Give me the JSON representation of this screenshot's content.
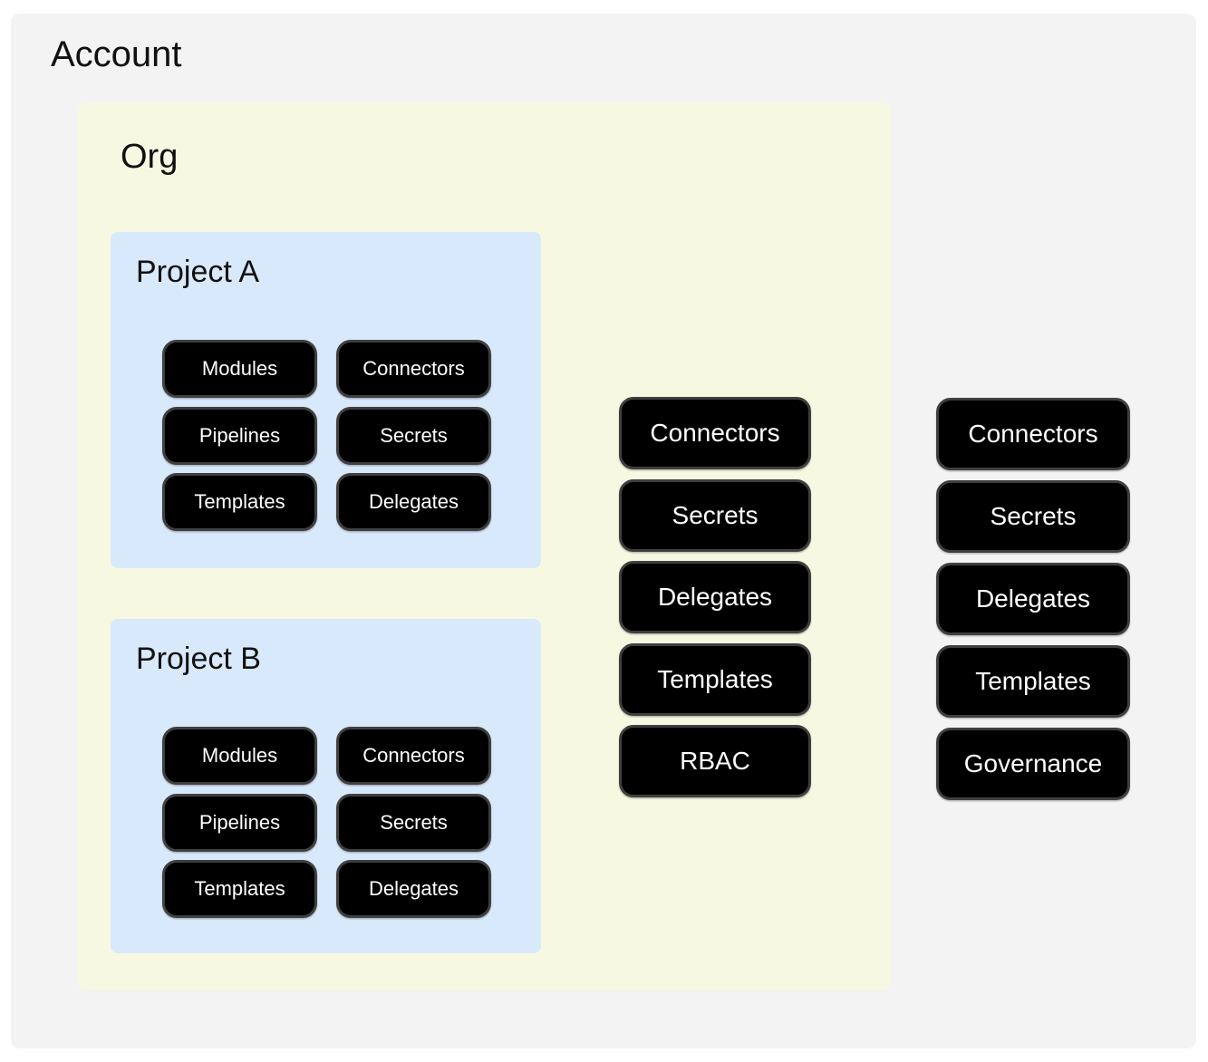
{
  "account": {
    "title": "Account",
    "resources": [
      "Connectors",
      "Secrets",
      "Delegates",
      "Templates",
      "Governance"
    ]
  },
  "org": {
    "title": "Org",
    "resources": [
      "Connectors",
      "Secrets",
      "Delegates",
      "Templates",
      "RBAC"
    ]
  },
  "projects": [
    {
      "title": "Project A",
      "resources": [
        "Modules",
        "Connectors",
        "Pipelines",
        "Secrets",
        "Templates",
        "Delegates"
      ]
    },
    {
      "title": "Project B",
      "resources": [
        "Modules",
        "Connectors",
        "Pipelines",
        "Secrets",
        "Templates",
        "Delegates"
      ]
    }
  ],
  "colors": {
    "account_bg": "#f3f3f3",
    "org_bg": "#f7f8e2",
    "project_bg": "#d9e9fc",
    "pill_bg": "#000000",
    "pill_border": "#3f3f3f",
    "pill_text": "#ffffff",
    "title_text": "#111111"
  }
}
